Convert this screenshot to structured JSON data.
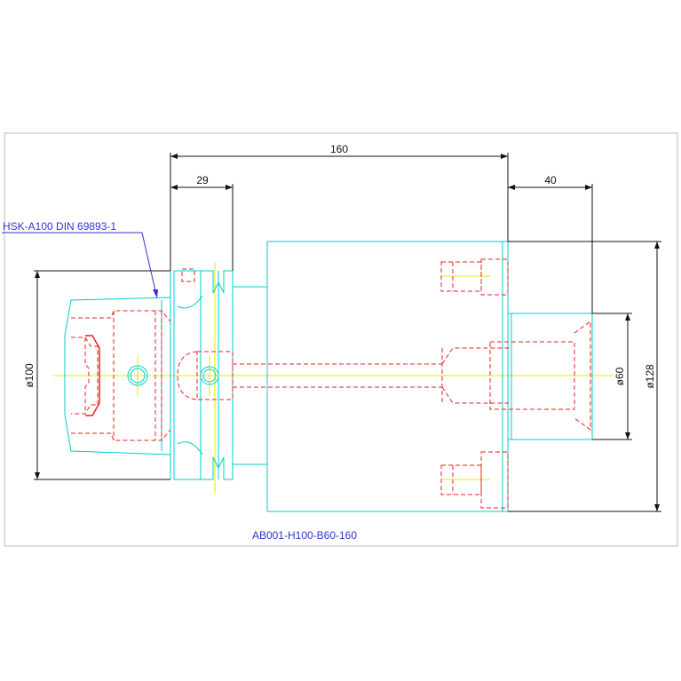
{
  "drawing": {
    "callout_label": "HSK-A100  DIN  69893-1",
    "part_number": "AB001-H100-B60-160",
    "dimensions": {
      "overall_length": "160",
      "flange_length": "29",
      "bore_depth": "40",
      "shank_diameter": "ø100",
      "bore_diameter": "ø60",
      "body_diameter": "ø128"
    }
  },
  "colors": {
    "outline": "#00cccc",
    "hidden": "#ee2222",
    "centerline": "#e8e800",
    "dimension": "#111111",
    "callout": "#3333cc",
    "frame": "#bbbbbb"
  }
}
